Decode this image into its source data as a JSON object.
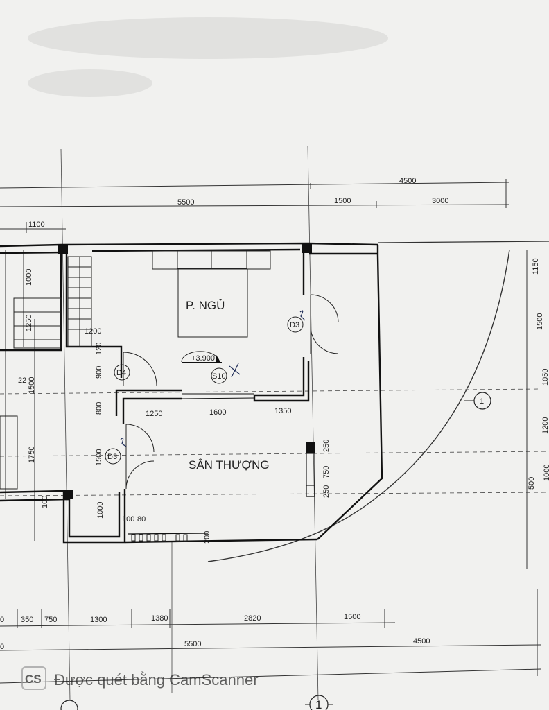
{
  "rooms": {
    "bedroom": "P. NGỦ",
    "terrace": "SÂN THƯỢNG"
  },
  "level_marker": "+3.900",
  "door_tags": {
    "d4": "D4",
    "d3_bedroom": "D3",
    "d3_terrace": "D3",
    "s10": "S10"
  },
  "axis_bubble": "1",
  "bottom_axis_bubble": "1",
  "top_dimensions": {
    "overall_right": "4500",
    "left_span": "5500",
    "mid_span": "1500",
    "right_span": "3000",
    "stair_offset": "1100"
  },
  "interior_dimensions": {
    "stair_width": "1200",
    "stair_1000": "1000",
    "stair_1250": "1250",
    "stair_1500": "1500",
    "stair_22": "22",
    "left_900": "900",
    "left_800": "800",
    "left_1500": "1500",
    "left_1000": "1000",
    "left_100": "100",
    "left_1750": "1750",
    "wall_120": "120",
    "opening_1250": "1250",
    "opening_1600": "1600",
    "opening_1350": "1350",
    "window_250_top": "250",
    "window_750": "750",
    "window_250_bottom": "250",
    "rail_100": "100",
    "rail_80": "80",
    "rail_200": "200"
  },
  "right_dimensions": {
    "d1150": "1150",
    "d1500": "1500",
    "d1050": "1050",
    "d1200": "1200",
    "d500": "500",
    "d1000": "1000"
  },
  "bottom_dimensions": {
    "d0": "0",
    "d350": "350",
    "d750": "750",
    "d1300": "1300",
    "d1380": "1380",
    "d2820": "2820",
    "d1500": "1500",
    "total_left": "5500",
    "total_right": "4500",
    "edge_0": "0"
  },
  "watermark": {
    "logo": "CS",
    "text": "Được quét bằng CamScanner"
  }
}
